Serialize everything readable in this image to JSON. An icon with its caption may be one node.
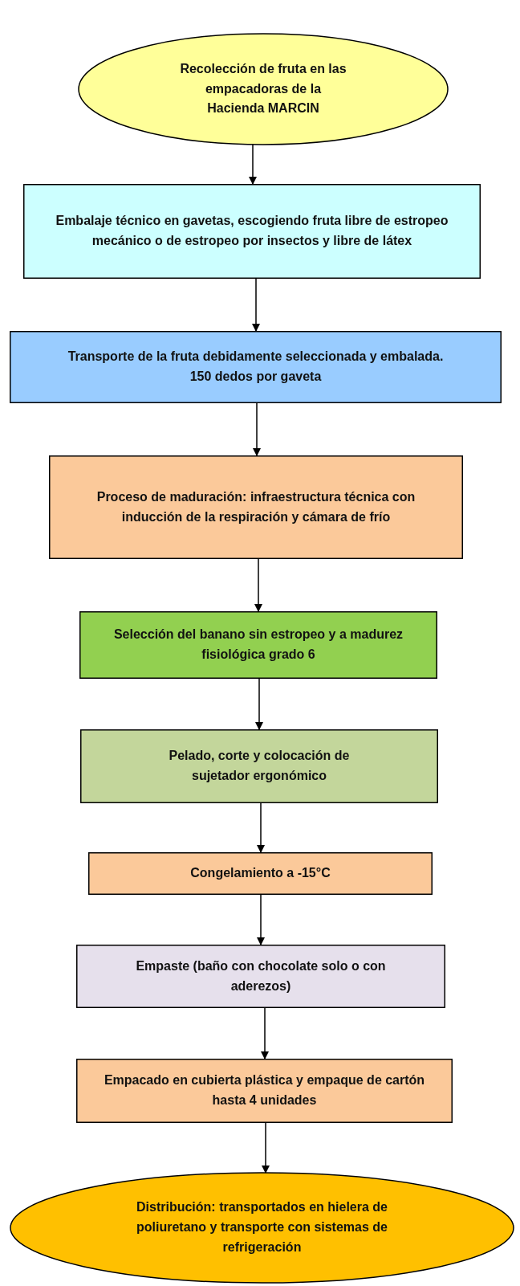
{
  "diagram": {
    "nodes": [
      {
        "text": [
          "Recolección de fruta en las empacadoras de la Hacienda MARCIN"
        ]
      },
      {
        "text": [
          "Embalaje técnico en gavetas, escogiendo fruta libre de estropeo mecánico o de estropeo por insectos y libre de látex"
        ]
      },
      {
        "text": [
          "Transporte de la fruta debidamente seleccionada y embalada. 150 dedos por gaveta"
        ]
      },
      {
        "text": [
          "Proceso de maduración: infraestructura técnica con inducción de la respiración y cámara de frío"
        ]
      },
      {
        "text": [
          "Selección del banano sin estropeo y a madurez fisiológica grado 6"
        ]
      },
      {
        "text": [
          "Pelado, corte y colocación de sujetador ergonómico"
        ]
      },
      {
        "text": [
          "Congelamiento a -15°C"
        ]
      },
      {
        "text": [
          "Empaste (baño con chocolate solo o con aderezos)"
        ]
      },
      {
        "text": [
          "Empacado en cubierta plástica y empaque de cartón hasta 4 unidades"
        ]
      },
      {
        "text": [
          "Distribución: transportados en hielera de poliuretano y transporte con sistemas de refrigeración"
        ]
      }
    ],
    "edges": [
      {
        "from": 0,
        "to": 1,
        "arrow": "to"
      },
      {
        "from": 1,
        "to": 2,
        "arrow": "to"
      },
      {
        "from": 2,
        "to": 3,
        "arrow": "to"
      },
      {
        "from": 3,
        "to": 4,
        "arrow": "to"
      },
      {
        "from": 4,
        "to": 5,
        "arrow": "to"
      },
      {
        "from": 5,
        "to": 6,
        "arrow": "to"
      },
      {
        "from": 6,
        "to": 7,
        "arrow": "to"
      },
      {
        "from": 7,
        "to": 8,
        "arrow": "to"
      },
      {
        "from": 8,
        "to": 9,
        "arrow": "to"
      }
    ]
  }
}
